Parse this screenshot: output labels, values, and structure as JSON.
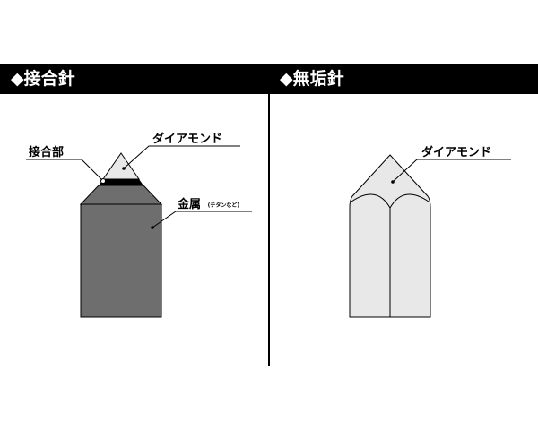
{
  "sections": {
    "left": {
      "title": "◆接合針"
    },
    "right": {
      "title": "◆無垢針"
    }
  },
  "left_diagram": {
    "joint_label": "接合部",
    "diamond_label": "ダイアモンド",
    "metal_label": "金属",
    "metal_note": "(チタンなど)"
  },
  "right_diagram": {
    "diamond_label": "ダイアモンド"
  },
  "colors": {
    "metal": "#6e6e6e",
    "diamond": "#e8e8e8",
    "joint_band": "#000000"
  }
}
